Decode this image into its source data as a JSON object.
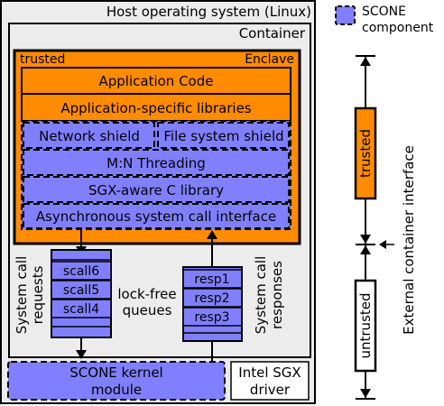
{
  "host": {
    "title": "Host operating system (Linux)"
  },
  "container": {
    "title": "Container"
  },
  "enclave": {
    "trusted_label": "trusted",
    "enclave_label": "Enclave",
    "app_code": "Application Code",
    "app_libs": "Application-specific libraries",
    "network_shield": "Network shield",
    "fs_shield": "File system shield",
    "threading": "M:N Threading",
    "c_library": "SGX-aware C library",
    "async_interface": "Asynchronous system call interface"
  },
  "queues": {
    "requests_label_1": "System call",
    "requests_label_2": "requests",
    "scalls": [
      "scall6",
      "scall5",
      "scall4"
    ],
    "lockfree_1": "lock-free",
    "lockfree_2": "queues",
    "resps": [
      "resp1",
      "resp2",
      "resp3"
    ],
    "responses_label_1": "System call",
    "responses_label_2": "responses"
  },
  "kernel": {
    "scone_module_1": "SCONE kernel",
    "scone_module_2": "module",
    "sgx_driver_1": "Intel SGX",
    "sgx_driver_2": "driver"
  },
  "legend": {
    "line1": "SCONE",
    "line2": "component"
  },
  "interface": {
    "trusted": "trusted",
    "untrusted": "untrusted",
    "label": "External container interface"
  },
  "colors": {
    "orange": "#ff8c00",
    "blue": "#8080ff",
    "grey": "#ececec"
  }
}
